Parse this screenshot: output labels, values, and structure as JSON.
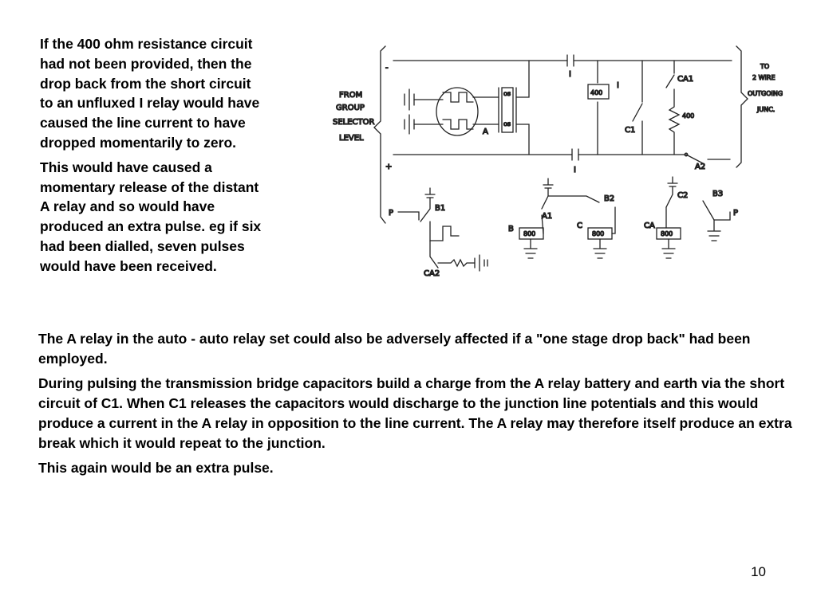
{
  "left_text": {
    "para1_lines": [
      "If the 400 ohm resistance circuit",
      "had not been provided, then the",
      "drop back from the short circuit",
      "to an unfluxed I relay would have",
      "caused the line current to have",
      "dropped momentarily to zero."
    ],
    "para2_lines": [
      "This would have caused a",
      "momentary release of the distant",
      "A relay and so would have",
      "produced an extra pulse. eg if six",
      "had been dialled, seven pulses",
      "would have been received."
    ]
  },
  "diagram": {
    "from_label": [
      "FROM",
      "GROUP",
      "SELECTOR",
      "LEVEL"
    ],
    "to_label": [
      "TO",
      "2 WIRE",
      "OUTGOING",
      "JUNC."
    ],
    "minus": "-",
    "plus": "+",
    "cap_label_top": "I",
    "cap_label_bottom": "I",
    "relay_i_label": "I",
    "relay_i_value": "400",
    "resistor_value": "400",
    "relay_a_label": "A",
    "relay_a_coil": "os",
    "contacts": {
      "c1": "C1",
      "ca1": "CA1",
      "a2": "A2",
      "b1": "B1",
      "a1": "A1",
      "b2": "B2",
      "c2": "C2",
      "b3": "B3",
      "ca2": "CA2",
      "p_left": "P",
      "p_right": "P"
    },
    "relays": [
      {
        "name": "B",
        "value": "800"
      },
      {
        "name": "C",
        "value": "800"
      },
      {
        "name": "CA",
        "value": "800"
      }
    ]
  },
  "main_text": {
    "paragraphs": [
      "The A relay in the auto - auto relay set could also be adversely affected if a \"one stage drop back\" had been employed.",
      "During pulsing the transmission bridge capacitors build a charge from the A relay battery and earth via the short circuit of C1. When C1 releases the capacitors would discharge to the junction line potentials and this would produce a current in the A relay in opposition to the line current. The A relay may therefore itself produce an extra break which it would repeat to the junction.",
      "This again would be an extra pulse."
    ]
  },
  "page_number": "10"
}
